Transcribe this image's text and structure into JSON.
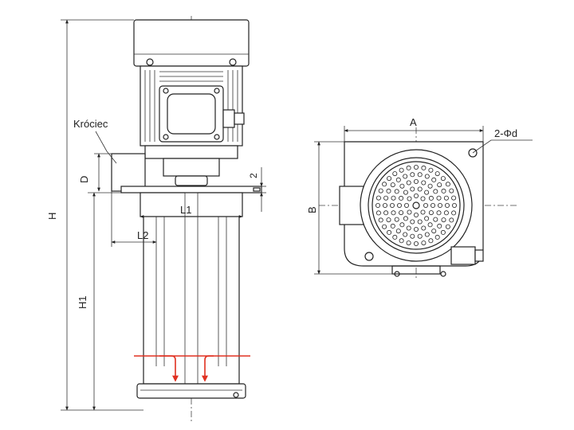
{
  "side_view": {
    "label_krociec": "Króciec",
    "dim_H": "H",
    "dim_H1": "H1",
    "dim_D": "D",
    "dim_2": "2",
    "dim_L1": "L1",
    "dim_L2": "L2"
  },
  "top_view": {
    "dim_A": "A",
    "dim_B": "B",
    "dim_holes": "2-Φd"
  },
  "colors": {
    "line": "#222222",
    "flow_arrow": "#e03020"
  }
}
